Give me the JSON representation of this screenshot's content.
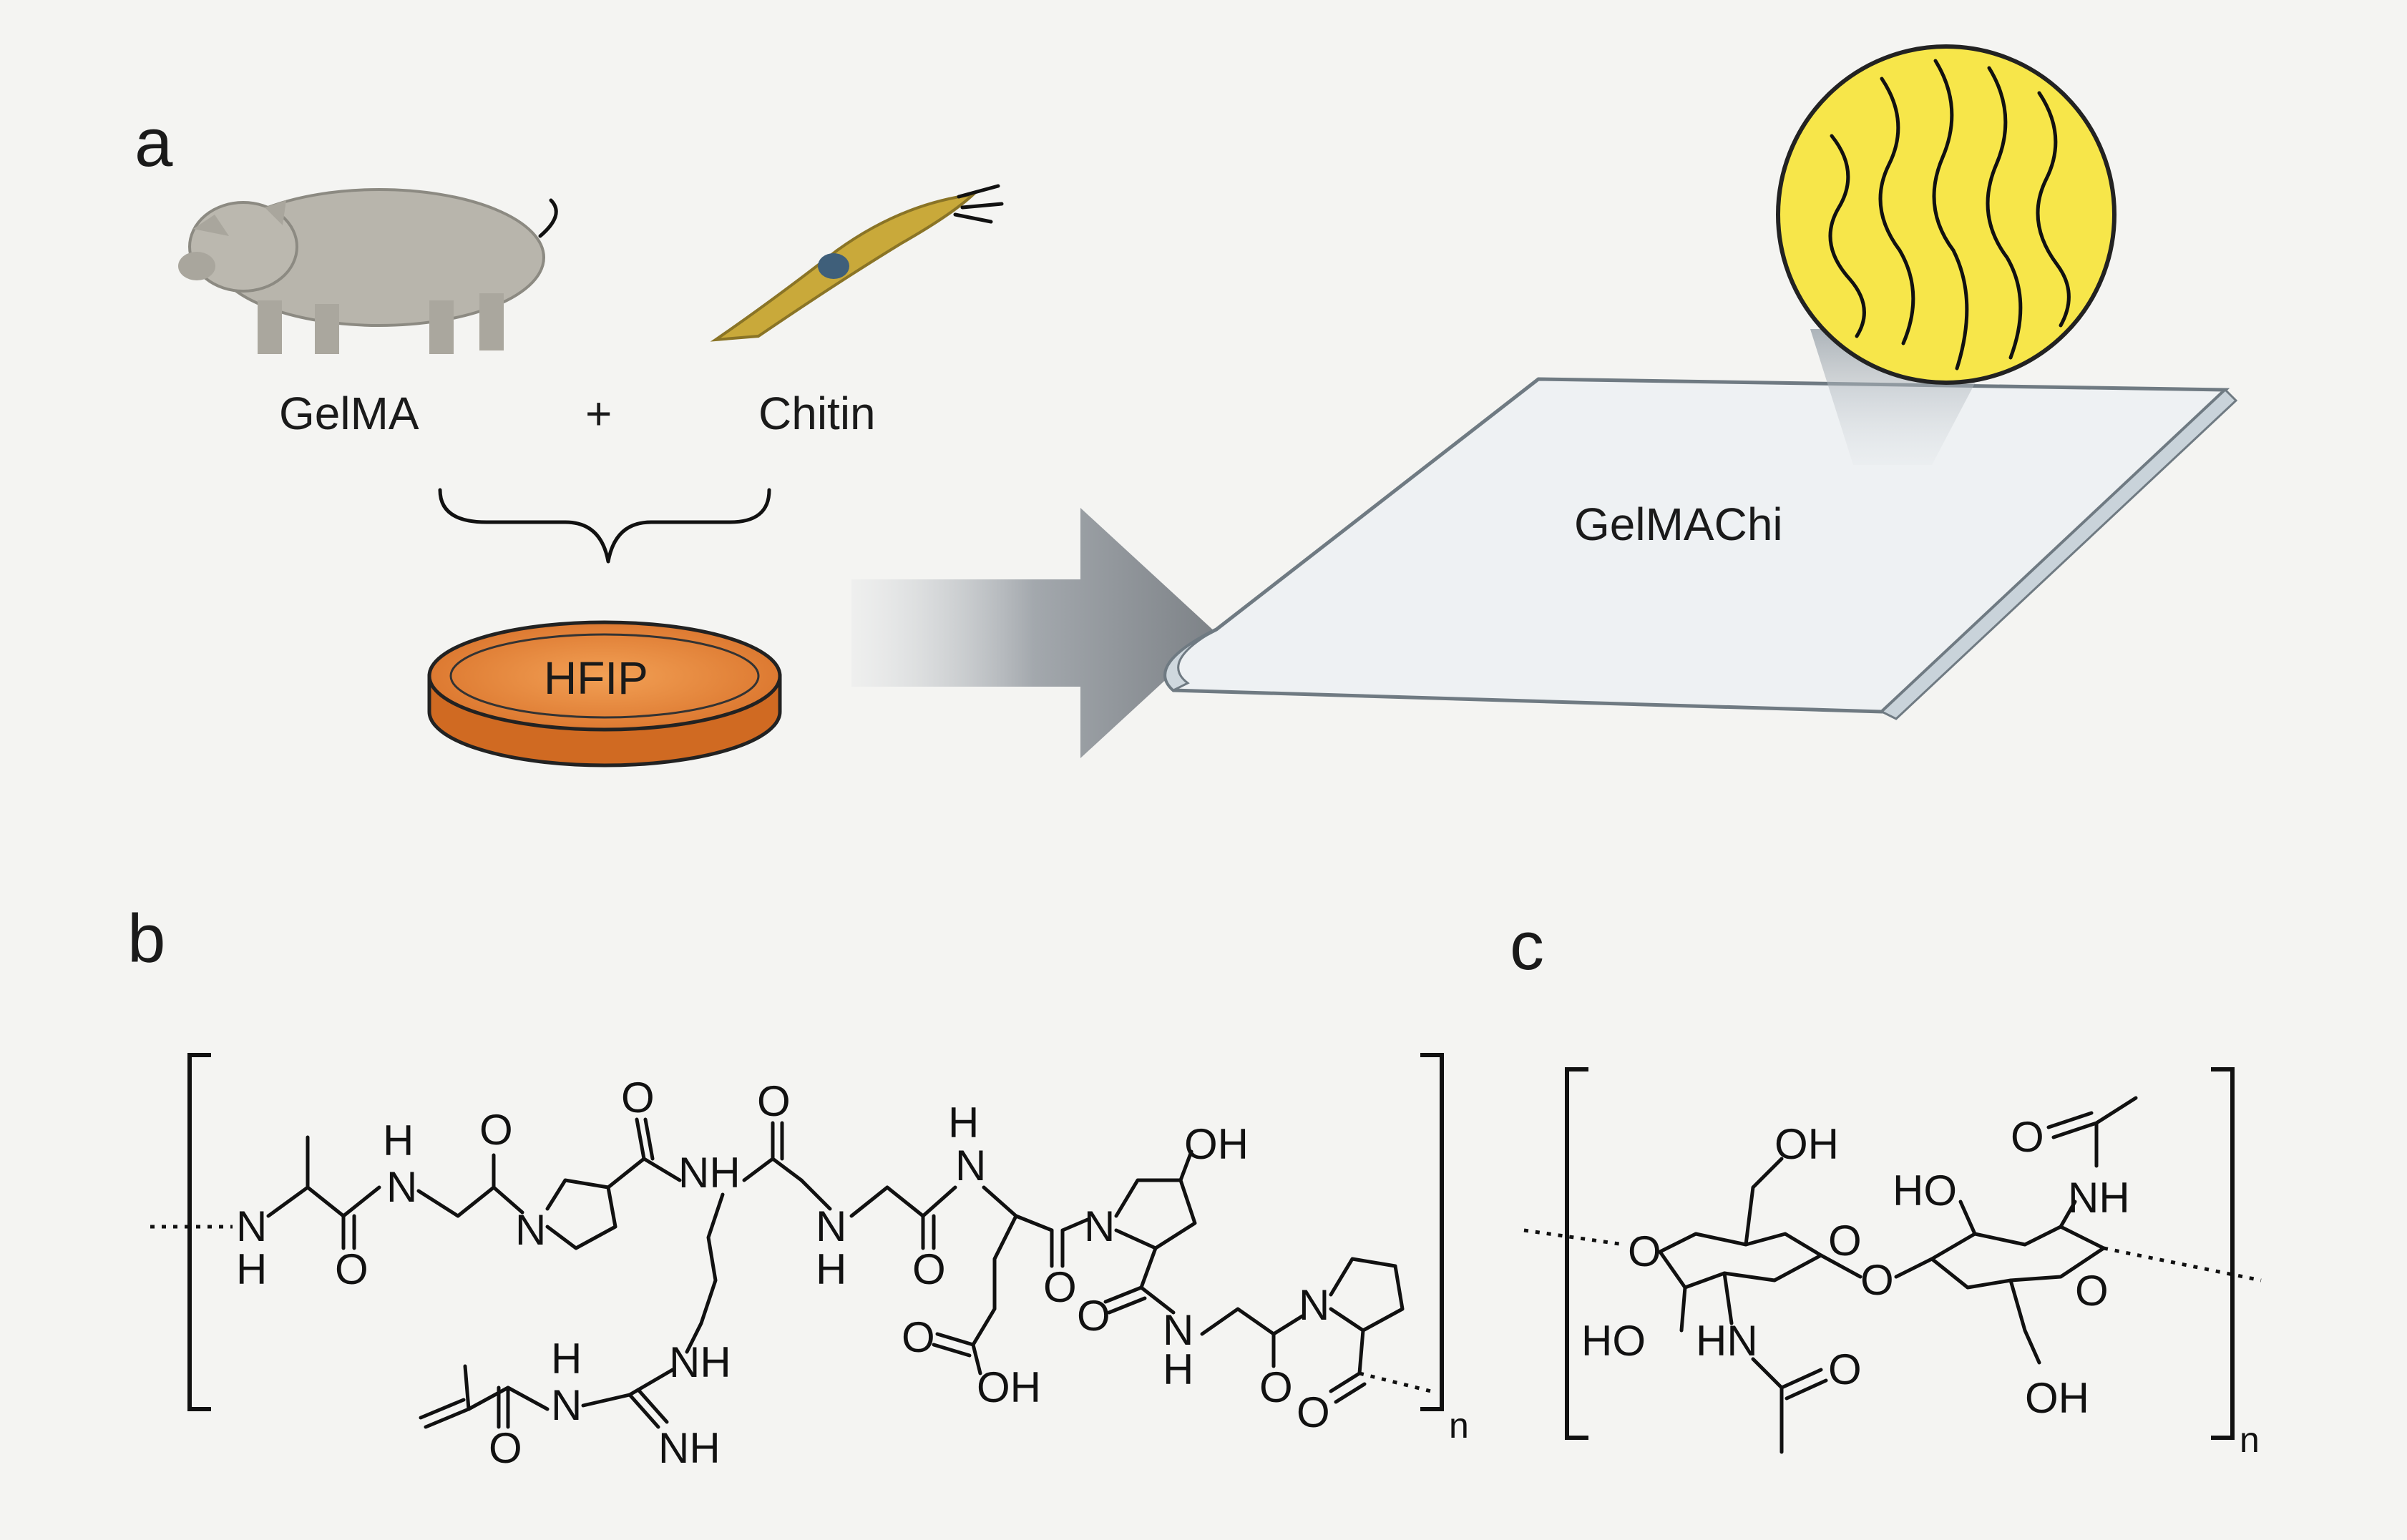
{
  "panels": {
    "a": "a",
    "b": "b",
    "c": "c"
  },
  "scheme": {
    "source_left": "GelMA",
    "plus": "+",
    "source_right": "Chitin",
    "solvent": "HFIP",
    "product": "GelMAChi"
  },
  "structure_gelma": {
    "repeat_subscript": "n",
    "atoms": {
      "nh_left": "N",
      "h_left": "H",
      "o_ala": "O",
      "h_gly": "H",
      "n_gly": "N",
      "o_gly": "O",
      "n_pro": "N",
      "o_pro": "O",
      "nh_arg": "NH",
      "o_arg": "O",
      "n_gly2": "N",
      "h_gly2": "H",
      "o_gly2": "O",
      "h_glu": "H",
      "n_glu": "N",
      "o_glu": "O",
      "o_acid": "O",
      "oh_acid": "OH",
      "n_hyp": "N",
      "oh_hyp": "OH",
      "o_hyp": "O",
      "n_gly3": "N",
      "h_gly3": "H",
      "o_gly3": "O",
      "n_pro2": "N",
      "o_pro2": "O",
      "h_guan": "H",
      "n_guan": "N",
      "nh_guan1": "NH",
      "nh_guan2": "NH",
      "o_ma": "O"
    }
  },
  "structure_chitin": {
    "repeat_subscript": "n",
    "atoms": {
      "o_left": "O",
      "oh_top1": "OH",
      "o_ring1": "O",
      "ho_1": "HO",
      "hn_1": "HN",
      "o_amide1": "O",
      "o_bridge": "O",
      "ho_2": "HO",
      "o_amide2": "O",
      "nh_2": "NH",
      "o_ring2": "O",
      "oh_bottom2": "OH"
    }
  }
}
